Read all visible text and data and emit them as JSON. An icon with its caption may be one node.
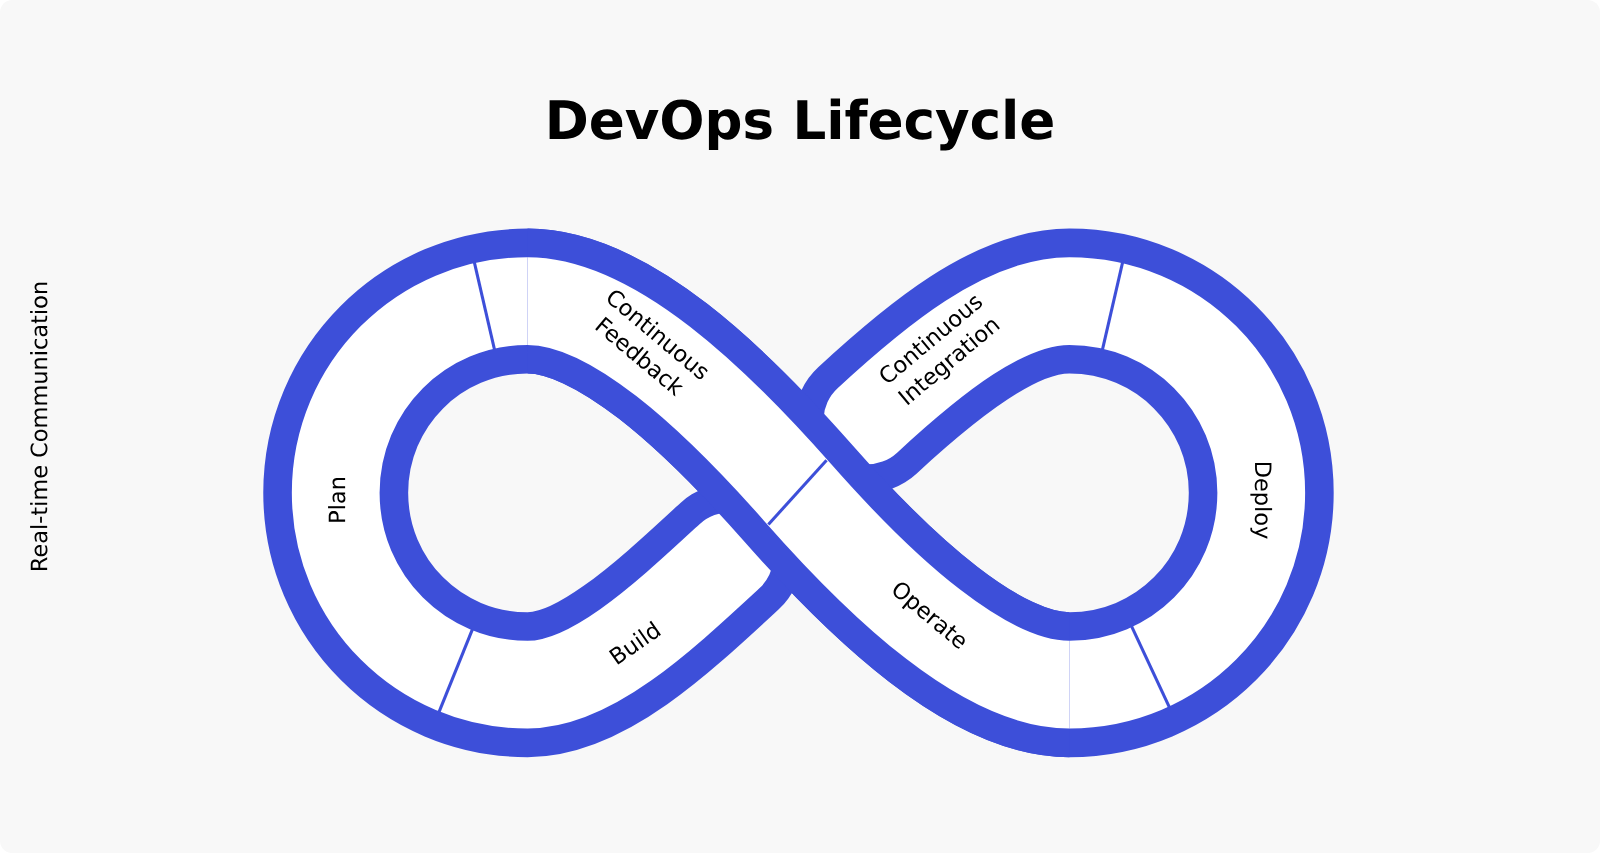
{
  "diagram": {
    "title": "DevOps Lifecycle",
    "nodes": [
      {
        "text": [
          "Continuous Feedback"
        ]
      },
      {
        "text": [
          "Continuous Integration"
        ]
      },
      {
        "text": [
          "Plan"
        ]
      },
      {
        "text": [
          "Deploy"
        ]
      },
      {
        "text": [
          "Operate"
        ]
      },
      {
        "text": [
          "Build"
        ]
      }
    ],
    "labels": [
      "Real-time Communication"
    ]
  }
}
